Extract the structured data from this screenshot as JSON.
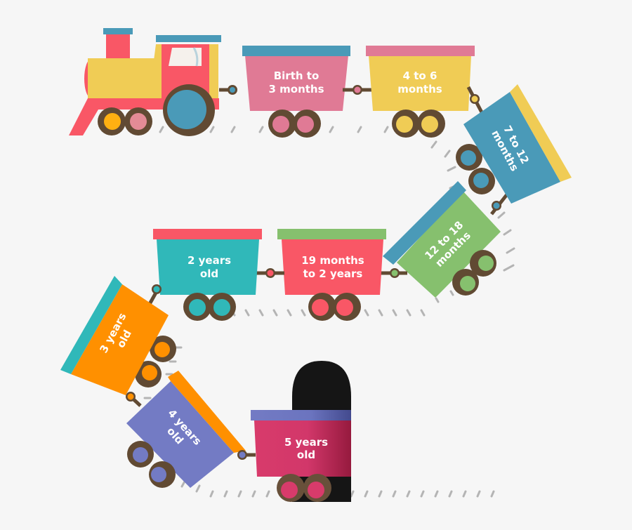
{
  "title": "Train of child development stages",
  "colors": {
    "background": "#f6f6f6",
    "wheel": "#614a33",
    "track": "#b4b4b4",
    "pink": "#e07a95",
    "teal_blue": "#4a9ab8",
    "yellow": "#f0cc55",
    "coral": "#f95766",
    "green": "#86c06e",
    "turquoise": "#30b8b9",
    "orange": "#ff9000",
    "periwinkle": "#737bc4",
    "magenta": "#d83b6b",
    "tunnel": "#151515"
  },
  "engine": {
    "label": "locomotive"
  },
  "cars": [
    {
      "id": "birth-3m",
      "line1": "Birth to",
      "line2": "3 months"
    },
    {
      "id": "4-6m",
      "line1": "4 to 6",
      "line2": "months"
    },
    {
      "id": "7-12m",
      "line1": "7 to 12",
      "line2": "months"
    },
    {
      "id": "12-18m",
      "line1": "12 to 18",
      "line2": "months"
    },
    {
      "id": "19m-2y",
      "line1": "19 months",
      "line2": "to 2 years"
    },
    {
      "id": "2y",
      "line1": "2 years",
      "line2": "old"
    },
    {
      "id": "3y",
      "line1": "3 years",
      "line2": "old"
    },
    {
      "id": "4y",
      "line1": "4 years",
      "line2": "old"
    },
    {
      "id": "5y",
      "line1": "5 years",
      "line2": "old"
    }
  ],
  "tunnel": {
    "label": "tunnel"
  }
}
